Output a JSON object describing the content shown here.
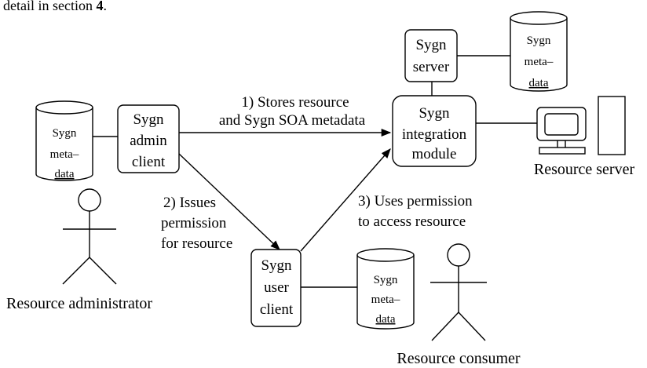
{
  "header_fragment": {
    "text": "detail in section ",
    "bold": "4",
    "period": "."
  },
  "boxes": {
    "sygn_server": [
      "Sygn",
      "server"
    ],
    "admin_client": [
      "Sygn",
      "admin",
      "client"
    ],
    "integration_module": [
      "Sygn",
      "integration",
      "module"
    ],
    "user_client": [
      "Sygn",
      "user",
      "client"
    ]
  },
  "databases": {
    "top": [
      "Sygn",
      "meta–",
      "data"
    ],
    "admin": [
      "Sygn",
      "meta–",
      "data"
    ],
    "user": [
      "Sygn",
      "meta–",
      "data"
    ]
  },
  "arrows": {
    "stores": [
      "1) Stores resource",
      "and Sygn SOA metadata"
    ],
    "issues": [
      "2) Issues",
      "permission",
      "for resource"
    ],
    "uses": [
      "3) Uses permission",
      "to access resource"
    ]
  },
  "captions": {
    "resource_server": "Resource server",
    "resource_administrator": "Resource administrator",
    "resource_consumer": "Resource consumer"
  }
}
